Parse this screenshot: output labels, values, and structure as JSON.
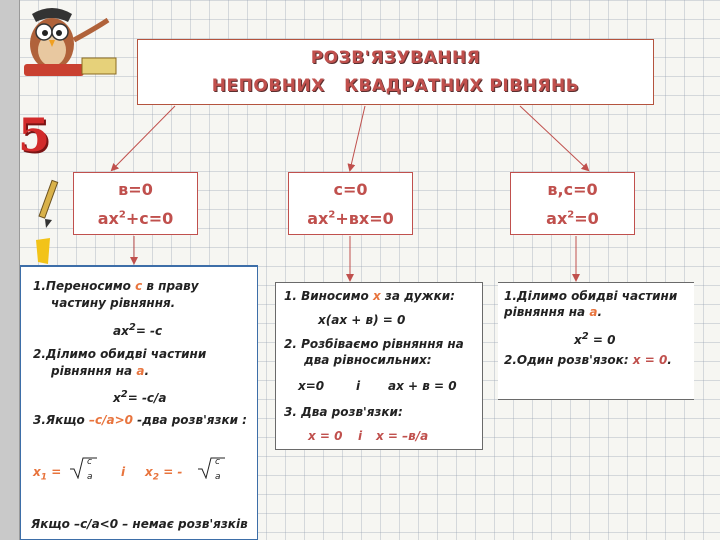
{
  "title": {
    "line1": "РОЗВ'ЯЗУВАННЯ",
    "line2": "НЕПОВНИХ   КВАДРАТНИХ РІВНЯНЬ"
  },
  "cases": [
    {
      "condition": "в=0",
      "eq_pre": "ах",
      "eq_sup": "2",
      "eq_post": "+с=0"
    },
    {
      "condition": "с=0",
      "eq_pre": "ах",
      "eq_sup": "2",
      "eq_post": "+вх=0"
    },
    {
      "condition": "в,с=0",
      "eq_pre": "ах",
      "eq_sup": "2",
      "eq_post": "=0"
    }
  ],
  "left_panel": {
    "l1_pre": "1.Переносимо ",
    "l1_var": "с",
    "l1_post": " в праву",
    "l2": "частину рівняння.",
    "l3_pre": "ах",
    "l3_sup": "2",
    "l3_post": "= -с",
    "l4": "2.Ділимо обидві частини",
    "l5_pre": "рівняння на ",
    "l5_var": "а",
    "l5_post": ".",
    "l6_pre": "х",
    "l6_sup": "2",
    "l6_post": "= -с/а",
    "l7_pre": "3.Якщо ",
    "l7_var": "–с/а>0",
    "l7_post": " -два розв'язки :",
    "x1_label": "х",
    "x1_sub": "1",
    "x1_eq": " =",
    "and_text": "і",
    "x2_label": "х",
    "x2_sub": "2",
    "x2_eq": " = -",
    "frac_num": "c",
    "frac_den": "a",
    "l9": "Якщо –с/а<0 – немає розв'язків"
  },
  "mid_panel": {
    "l1_pre": "1.   Виносимо ",
    "l1_var": "х",
    "l1_post": " за дужки:",
    "l2": "х(ах + в) = 0",
    "l3": "2.   Розбіваємо рівняння на",
    "l4": "два рівносильних:",
    "l5a": "х=0",
    "l5b": "і",
    "l5c": "ах + в = 0",
    "l6": "3.  Два розв'язки:",
    "l7a": "х = 0",
    "l7b": "і",
    "l7c": "х = –в/а"
  },
  "right_panel": {
    "l1": "1.Ділимо обидві частини",
    "l2_pre": "рівняння на ",
    "l2_var": "а",
    "l2_post": ".",
    "l3_pre": "х",
    "l3_sup": "2",
    "l3_post": " = 0",
    "l4_pre": "2.Один розв'язок: ",
    "l4_var": "х = 0",
    "l4_post": "."
  },
  "decoration": {
    "five": "5"
  },
  "colors": {
    "accent_red": "#c0504d",
    "accent_orange": "#e8743d",
    "left_border": "#3d6ea8"
  }
}
